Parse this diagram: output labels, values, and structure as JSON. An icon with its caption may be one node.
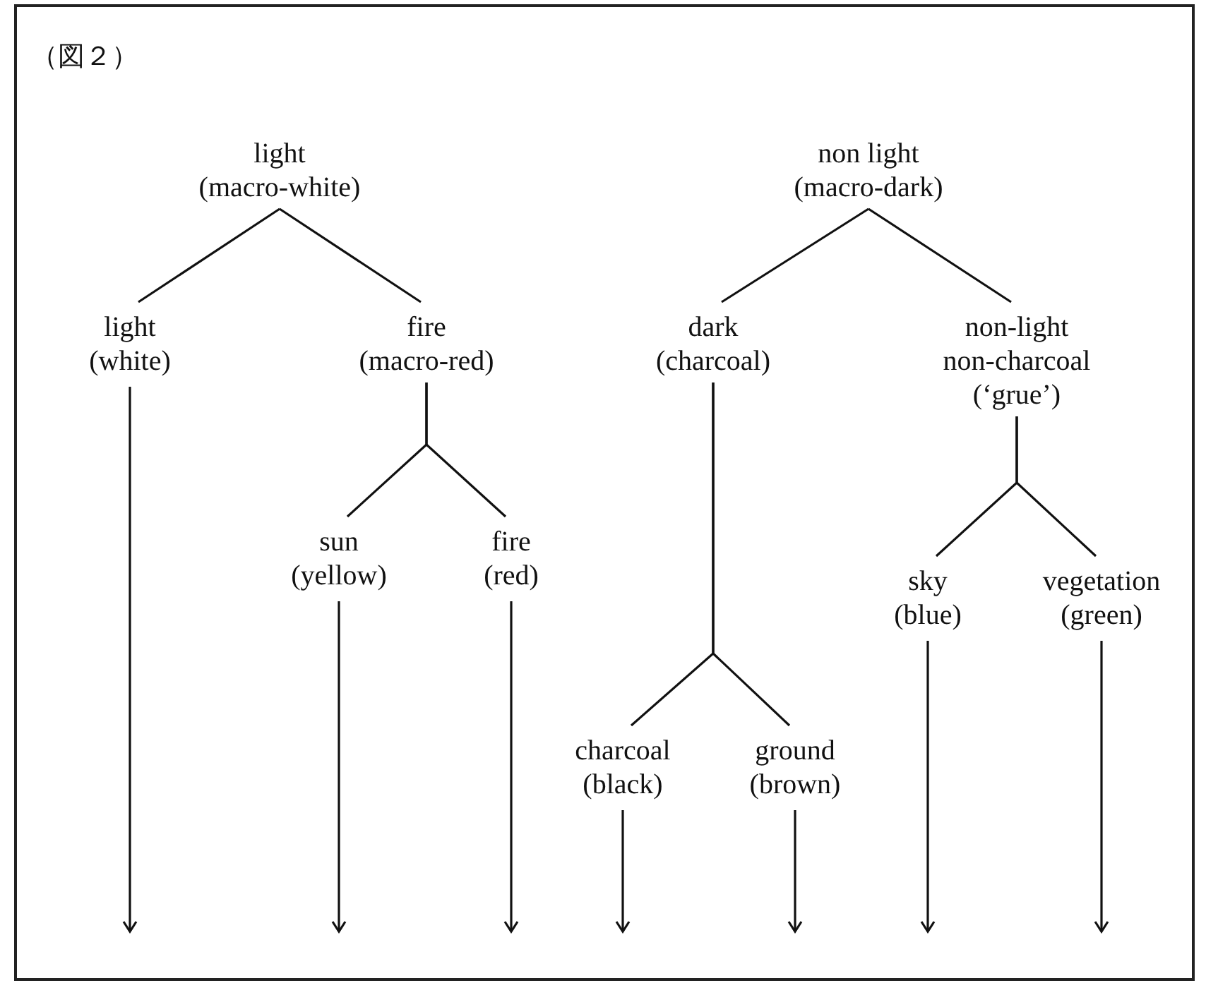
{
  "diagram": {
    "title": "（図２）",
    "nodes": [
      {
        "text": [
          "light",
          "(macro-white)"
        ]
      },
      {
        "text": [
          "light",
          "(white)"
        ]
      },
      {
        "text": [
          "fire",
          "(macro-red)"
        ]
      },
      {
        "text": [
          "sun",
          "(yellow)"
        ]
      },
      {
        "text": [
          "fire",
          "(red)"
        ]
      },
      {
        "text": [
          "non light",
          "(macro-dark)"
        ]
      },
      {
        "text": [
          "dark",
          "(charcoal)"
        ]
      },
      {
        "text": [
          "non-light non-charcoal",
          "(‘grue’)"
        ]
      },
      {
        "text": [
          "sky",
          "(blue)"
        ]
      },
      {
        "text": [
          "vegetation",
          "(green)"
        ]
      },
      {
        "text": [
          "charcoal",
          "(black)"
        ]
      },
      {
        "text": [
          "ground",
          "(brown)"
        ]
      }
    ],
    "edges": [
      {
        "from": 0,
        "to": 1,
        "arrow": "none"
      },
      {
        "from": 0,
        "to": 2,
        "arrow": "none"
      },
      {
        "from": 2,
        "to": 3,
        "arrow": "none"
      },
      {
        "from": 2,
        "to": 4,
        "arrow": "none"
      },
      {
        "from": 5,
        "to": 6,
        "arrow": "none"
      },
      {
        "from": 5,
        "to": 7,
        "arrow": "none"
      },
      {
        "from": 6,
        "to": 10,
        "arrow": "none"
      },
      {
        "from": 6,
        "to": 11,
        "arrow": "none"
      },
      {
        "from": 7,
        "to": 8,
        "arrow": "none"
      },
      {
        "from": 7,
        "to": 9,
        "arrow": "none"
      },
      {
        "from": 1,
        "to": null,
        "arrow": "to"
      },
      {
        "from": 3,
        "to": null,
        "arrow": "to"
      },
      {
        "from": 4,
        "to": null,
        "arrow": "to"
      },
      {
        "from": 10,
        "to": null,
        "arrow": "to"
      },
      {
        "from": 11,
        "to": null,
        "arrow": "to"
      },
      {
        "from": 8,
        "to": null,
        "arrow": "to"
      },
      {
        "from": 9,
        "to": null,
        "arrow": "to"
      }
    ]
  }
}
